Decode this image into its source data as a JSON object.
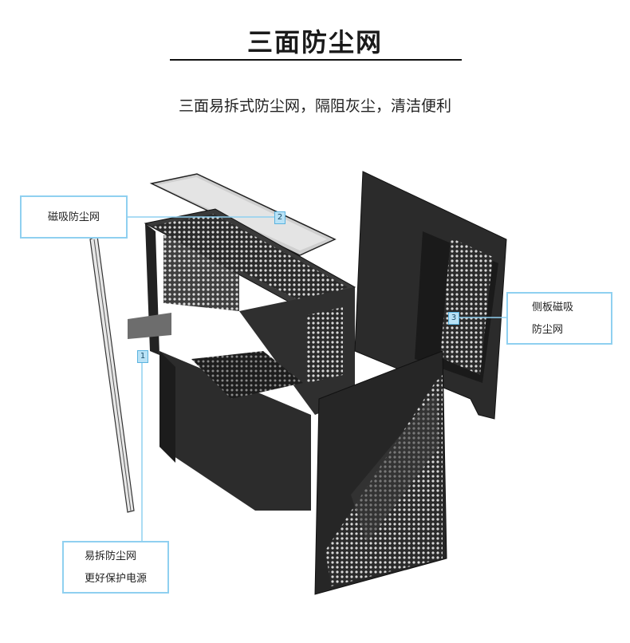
{
  "header": {
    "title": "三面防尘网",
    "subtitle": "三面易拆式防尘网，隔阻灰尘，清洁便利"
  },
  "callouts": [
    {
      "number": "2",
      "lines": [
        "磁吸防尘网"
      ]
    },
    {
      "number": "3",
      "lines": [
        "侧板磁吸",
        "防尘网"
      ]
    },
    {
      "number": "1",
      "lines": [
        "易拆防尘网",
        "更好保护电源"
      ]
    }
  ],
  "colors": {
    "callout_border": "#8fd0f0",
    "accent": "#5ab3df",
    "case_body": "#2b2b2b"
  }
}
